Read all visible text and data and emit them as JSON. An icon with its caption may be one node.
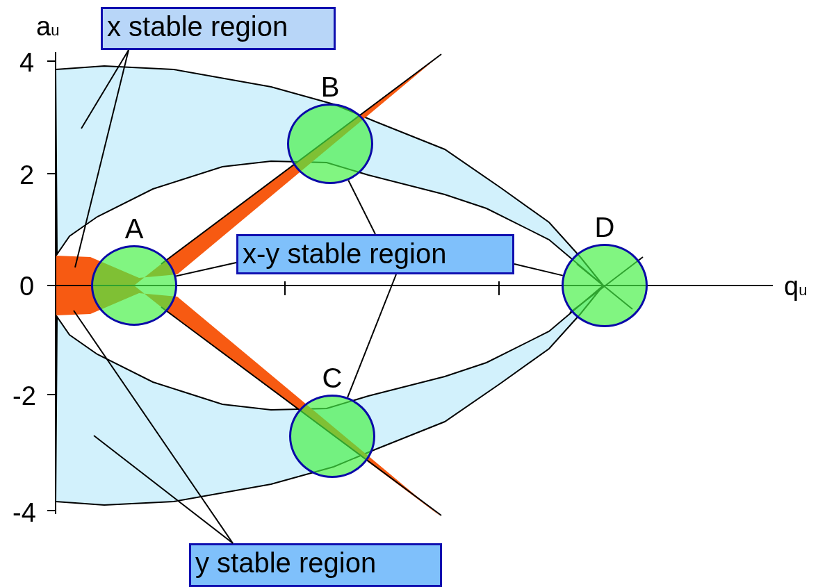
{
  "diagram": {
    "nodes": [
      {
        "text": [
          "x stable region"
        ]
      },
      {
        "text": [
          "B"
        ]
      },
      {
        "text": [
          "A"
        ]
      },
      {
        "text": [
          "x-y stable region"
        ]
      },
      {
        "text": [
          "D"
        ]
      },
      {
        "text": [
          "C"
        ]
      },
      {
        "text": [
          "y stable region"
        ]
      }
    ],
    "edges": [
      {
        "from": 0,
        "to": null,
        "arrow": "none"
      },
      {
        "from": 0,
        "to": null,
        "arrow": "none"
      },
      {
        "from": 3,
        "to": 2,
        "arrow": "none"
      },
      {
        "from": 3,
        "to": 1,
        "arrow": "none"
      },
      {
        "from": 3,
        "to": 5,
        "arrow": "none"
      },
      {
        "from": 3,
        "to": 4,
        "arrow": "none"
      },
      {
        "from": 6,
        "to": null,
        "arrow": "none"
      },
      {
        "from": 6,
        "to": null,
        "arrow": "none"
      }
    ],
    "labels": [
      "a$_{u}$",
      "4",
      "2",
      "0",
      "-2",
      "-4",
      "q$_{u}$"
    ]
  }
}
